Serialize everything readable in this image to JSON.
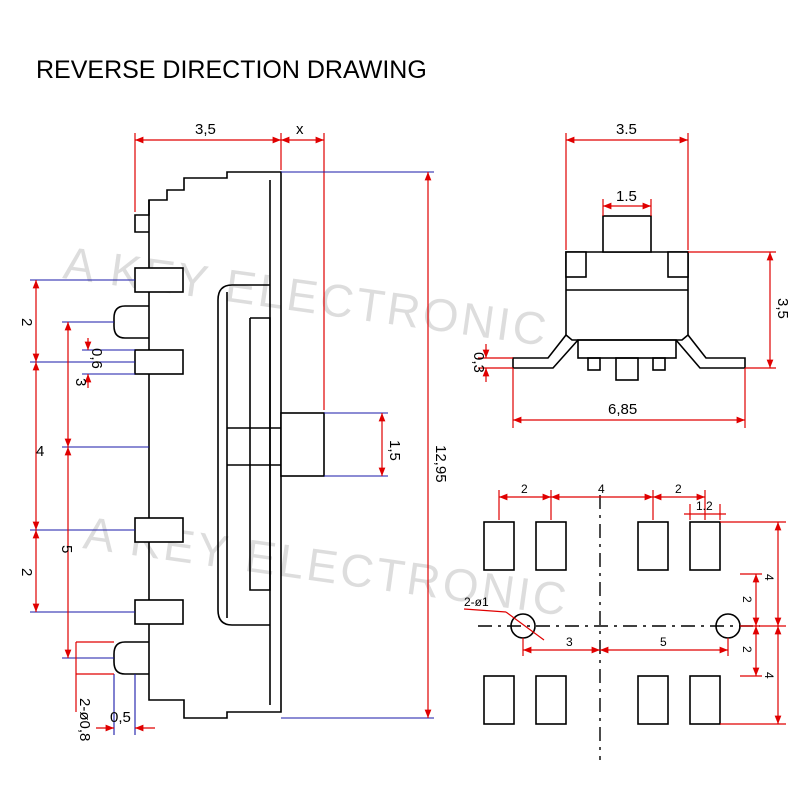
{
  "title": "REVERSE DIRECTION DRAWING",
  "watermark": "A KEY ELECTRONIC",
  "colors": {
    "dimension_line": "#e00000",
    "extension_line": "#1a1aa8",
    "outline": "#000000"
  },
  "side_view": {
    "top_width": "3,5",
    "x_label": "x",
    "total_height": "12,95",
    "actuator": "1,5",
    "pitch_a": "2",
    "pin_offset": "0,6",
    "pitch_b": "3",
    "pitch_c": "4",
    "pitch_d": "5",
    "pitch_e": "2",
    "pin_width": "0,5",
    "hole": "2-ø0,8"
  },
  "front_view": {
    "body_width": "3.5",
    "actuator_width": "1.5",
    "height": "3,5",
    "leg_thickness": "0,3",
    "foot_span": "6,85"
  },
  "footprint": {
    "spacing_left": "2",
    "spacing_mid": "4",
    "spacing_right": "2",
    "pad_width": "1.2",
    "hole_label": "2-ø1",
    "hole_left": "3",
    "hole_right": "5",
    "v_top": "4",
    "v_mid_top": "2",
    "v_mid_bottom": "2",
    "v_bottom": "4"
  }
}
